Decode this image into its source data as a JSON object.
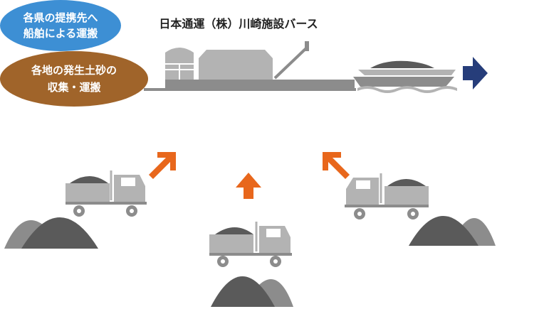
{
  "facility": {
    "title": "日本通運（株）川崎施設バース"
  },
  "destination": {
    "line1": "各県の提携先へ",
    "line2": "船舶による運搬"
  },
  "collection": {
    "line1": "各地の発生土砂の",
    "line2": "収集・運搬"
  },
  "colors": {
    "gray_light": "#b3b3b3",
    "gray_mid": "#8c8c8c",
    "gray_dark": "#5a5a5a",
    "orange": "#e8671c",
    "navy": "#263d7a",
    "blue": "#3d8fd4",
    "brown": "#a0642a"
  },
  "icons": [
    "facility-building-icon",
    "crane-icon",
    "ship-icon",
    "truck-icon",
    "soil-mound-icon",
    "arrow-icon"
  ]
}
